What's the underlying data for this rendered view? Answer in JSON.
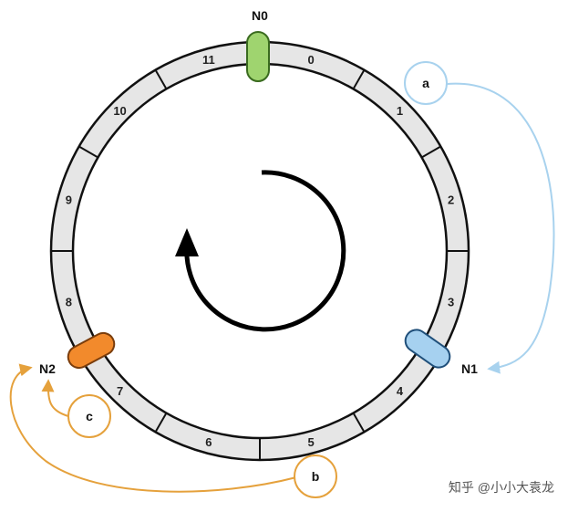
{
  "ring": {
    "segments": [
      "0",
      "1",
      "2",
      "3",
      "4",
      "5",
      "6",
      "7",
      "8",
      "9",
      "10",
      "11"
    ],
    "fill": "#e6e6e6",
    "stroke": "#111111"
  },
  "nodes": [
    {
      "label": "N0",
      "color": "#9fd46f",
      "stroke": "#3a6b1f"
    },
    {
      "label": "N1",
      "color": "#a6d1f0",
      "stroke": "#1f4f7a"
    },
    {
      "label": "N2",
      "color": "#f28a2c",
      "stroke": "#7a3d0c"
    }
  ],
  "keys": [
    {
      "label": "a",
      "color": "#a8d2ee"
    },
    {
      "label": "b",
      "color": "#e5a13c"
    },
    {
      "label": "c",
      "color": "#e5a13c"
    }
  ],
  "watermark": "知乎 @小小大袁龙"
}
